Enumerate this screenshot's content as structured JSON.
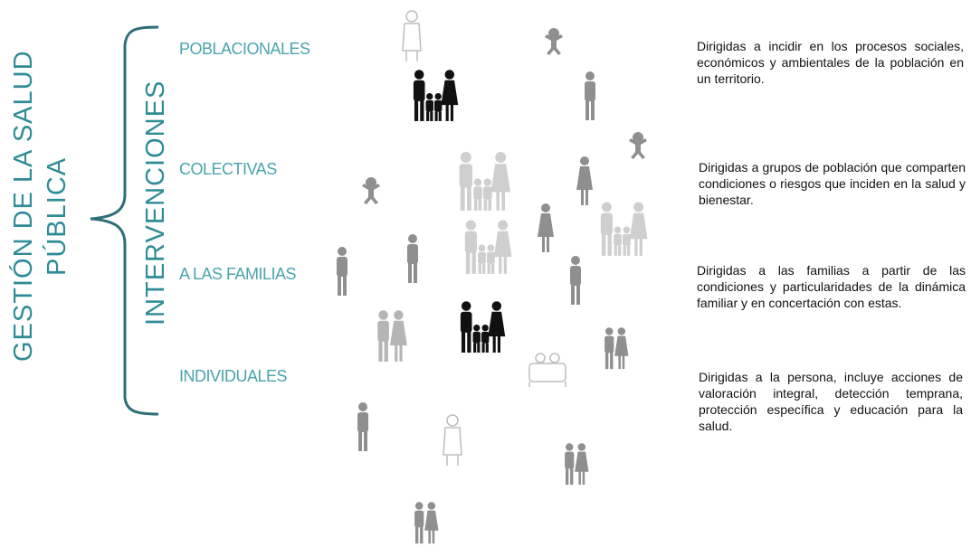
{
  "title": {
    "line1": "GESTIÓN DE LA SALUD",
    "line2": "PÚBLICA"
  },
  "intervention_label": "INTERVENCIONES",
  "categories": [
    {
      "label": "POBLACIONALES",
      "description": "Dirigidas a incidir en los procesos sociales, económicos y ambientales de la población en un territorio."
    },
    {
      "label": "COLECTIVAS",
      "description": "Dirigidas a grupos de población que comparten condiciones o riesgos que inciden en la salud y bienestar."
    },
    {
      "label": "A LAS FAMILIAS",
      "description": "Dirigidas a las familias a partir de las condiciones y particularidades de la dinámica familiar y en concertación con estas."
    },
    {
      "label": "INDIVIDUALES",
      "description": "Dirigidas a la persona, incluye acciones de valoración integral, detección temprana, protección específica y educación para la salud."
    }
  ],
  "colors": {
    "accent": "#2e8c96",
    "figure_gray": "#8f8f8f",
    "figure_light": "#c9c9c9",
    "figure_dark": "#111111"
  }
}
